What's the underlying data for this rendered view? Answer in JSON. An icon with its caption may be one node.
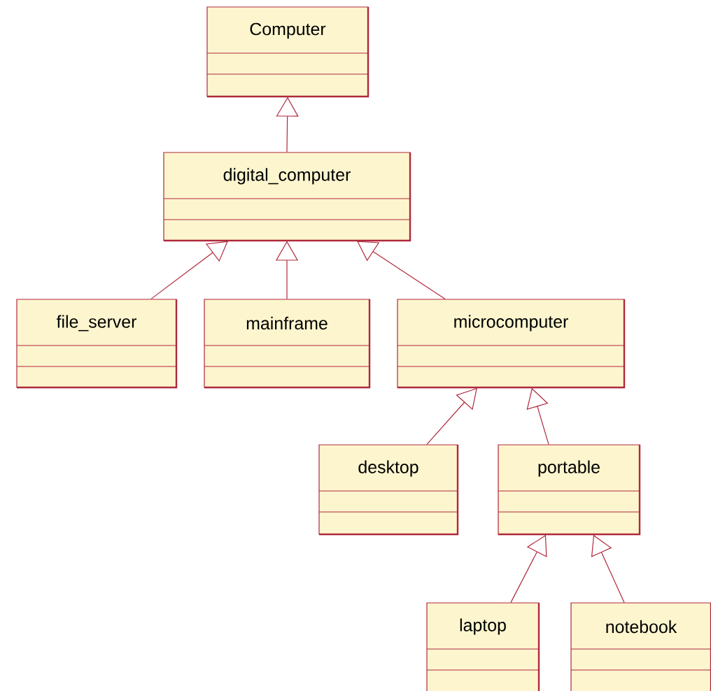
{
  "diagram": {
    "nodes": [
      {
        "text": [
          "Computer"
        ]
      },
      {
        "text": [
          "digital_computer"
        ]
      },
      {
        "text": [
          "file_server"
        ]
      },
      {
        "text": [
          "mainframe"
        ]
      },
      {
        "text": [
          "microcomputer"
        ]
      },
      {
        "text": [
          "desktop"
        ]
      },
      {
        "text": [
          "portable"
        ]
      },
      {
        "text": [
          "laptop"
        ]
      },
      {
        "text": [
          "notebook"
        ]
      }
    ],
    "edges": [
      {
        "from": 1,
        "to": 0,
        "arrow": "to"
      },
      {
        "from": 2,
        "to": 1,
        "arrow": "to"
      },
      {
        "from": 3,
        "to": 1,
        "arrow": "to"
      },
      {
        "from": 4,
        "to": 1,
        "arrow": "to"
      },
      {
        "from": 5,
        "to": 4,
        "arrow": "to"
      },
      {
        "from": 6,
        "to": 4,
        "arrow": "to"
      },
      {
        "from": 7,
        "to": 6,
        "arrow": "to"
      },
      {
        "from": 8,
        "to": 6,
        "arrow": "to"
      }
    ]
  }
}
